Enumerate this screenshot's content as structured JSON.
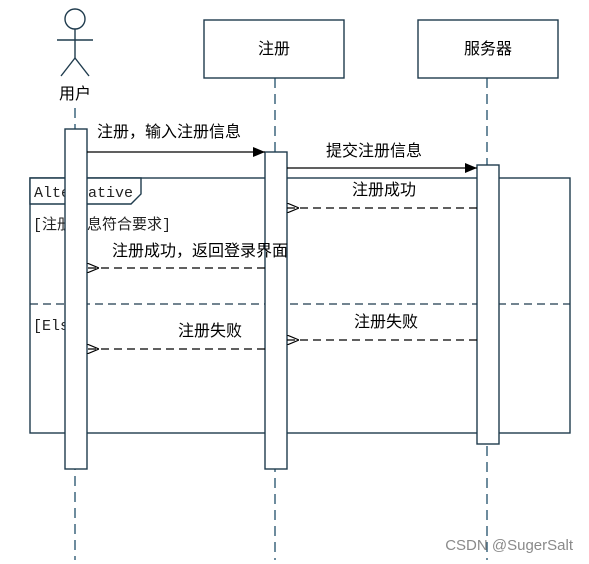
{
  "participants": {
    "user": "用户",
    "register": "注册",
    "server": "服务器"
  },
  "messages": {
    "m1": "注册，输入注册信息",
    "m2": "提交注册信息",
    "m3": "注册成功",
    "m4": "注册成功，返回登录界面",
    "m5": "注册失败",
    "m6": "注册失败"
  },
  "fragment": {
    "operator": "Alternative",
    "guard_if": "[注册信息符合要求]",
    "guard_else": "[Else]"
  },
  "watermark": "CSDN @SugerSalt",
  "colors": {
    "line": "#1f3b4d",
    "lifeline": "#1f4f6a",
    "watermark": "#8a8a8a"
  }
}
